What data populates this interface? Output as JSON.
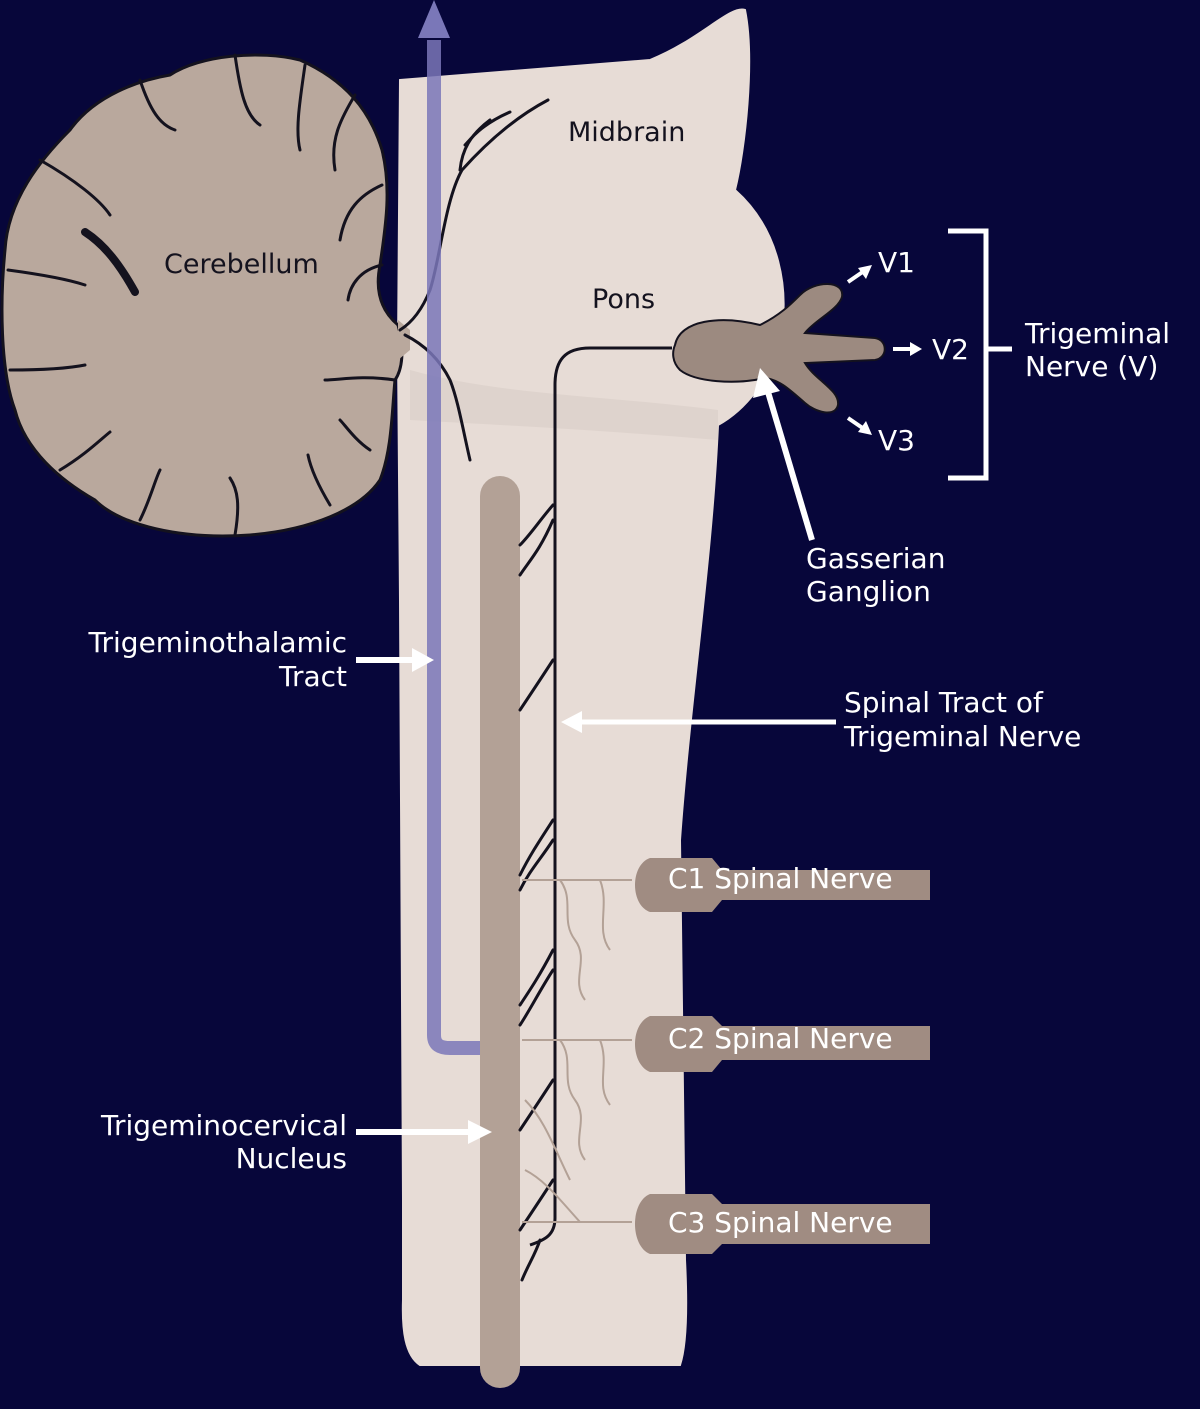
{
  "labels": {
    "midbrain": "Midbrain",
    "cerebellum": "Cerebellum",
    "pons": "Pons",
    "v1": "V1",
    "v2": "V2",
    "v3": "V3",
    "trigeminal_nerve_line1": "Trigeminal",
    "trigeminal_nerve_line2": "Nerve (V)",
    "gasserian_line1": "Gasserian",
    "gasserian_line2": "Ganglion",
    "trigeminothalamic_line1": "Trigeminothalamic",
    "trigeminothalamic_line2": "Tract",
    "spinal_tract_line1": "Spinal Tract of",
    "spinal_tract_line2": "Trigeminal Nerve",
    "trigeminocervical_line1": "Trigeminocervical",
    "trigeminocervical_line2": "Nucleus",
    "c1": "C1 Spinal Nerve",
    "c2": "C2 Spinal Nerve",
    "c3": "C3 Spinal Nerve"
  },
  "colors": {
    "background": "#07063a",
    "brainstem": "#e7dcd6",
    "cerebellum": "#b9a89d",
    "nucleus": "#b3a196",
    "ganglion": "#9c8a80",
    "spinal_nerve": "#a08c82",
    "tract": "#7a77b8",
    "outline": "#14121e",
    "annotation": "#ffffff"
  }
}
